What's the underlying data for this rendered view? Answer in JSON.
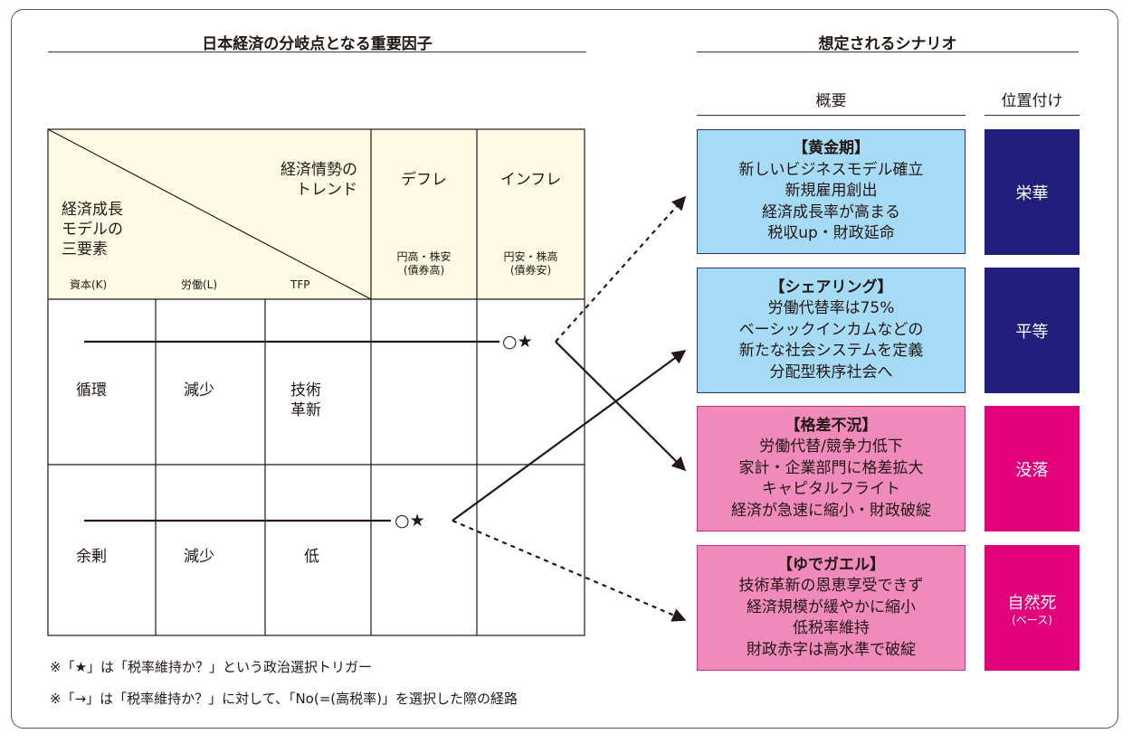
{
  "left_title": "日本経済の分岐点となる重要因子",
  "right_title": "想定されるシナリオ",
  "col_overview": "概要",
  "col_position": "位置付け",
  "table": {
    "header_trend": [
      "経済情勢の",
      "トレンド"
    ],
    "header_model": [
      "経済成長",
      "モデルの",
      "三要素"
    ],
    "factors": [
      "資本(K)",
      "労働(L)",
      "TFP"
    ],
    "deflation": "デフレ",
    "deflation_sub": [
      "円高・株安",
      "(債券高)"
    ],
    "inflation": "インフレ",
    "inflation_sub": [
      "円安・株高",
      "(債券安)"
    ],
    "rows": [
      {
        "capital": "循環",
        "labor": "減少",
        "tfp": [
          "技術",
          "革新"
        ]
      },
      {
        "capital": "余剰",
        "labor": "減少",
        "tfp": [
          "低"
        ]
      }
    ],
    "trigger_marker": "○★"
  },
  "scenarios": [
    {
      "title": "【黄金期】",
      "lines": [
        "新しいビジネスモデル確立",
        "新規雇用創出",
        "経済成長率が高まる",
        "税収up・財政延命"
      ],
      "position": "栄華",
      "position_sub": ""
    },
    {
      "title": "【シェアリング】",
      "lines": [
        "労働代替率は75%",
        "ベーシックインカムなどの",
        "新たな社会システムを定義",
        "分配型秩序社会へ"
      ],
      "position": "平等",
      "position_sub": ""
    },
    {
      "title": "【格差不況】",
      "lines": [
        "労働代替/競争力低下",
        "家計・企業部門に格差拡大",
        "キャピタルフライト",
        "経済が急速に縮小・財政破綻"
      ],
      "position": "没落",
      "position_sub": ""
    },
    {
      "title": "【ゆでガエル】",
      "lines": [
        "技術革新の恩恵享受できず",
        "経済規模が緩やかに縮小",
        "低税率維持",
        "財政赤字は高水準で破綻"
      ],
      "position": "自然死",
      "position_sub": "(ベース)"
    }
  ],
  "notes": [
    "※「★」は「税率維持か？」という政治選択トリガー",
    "※「→」は「税率維持か？」に対して、「No(=(高税率)」を選択した際の経路"
  ],
  "colors": {
    "cream": "#fdfbe4",
    "light_blue": "#a6dbf6",
    "navy": "#211e7c",
    "pink": "#ef8abb",
    "magenta": "#e2007b"
  }
}
